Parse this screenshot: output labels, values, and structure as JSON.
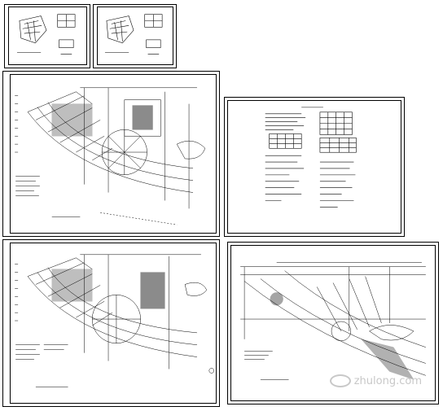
{
  "canvas": {
    "background": "#ffffff",
    "line_color": "#000000"
  },
  "sheets": [
    {
      "id": "thumb-1",
      "kind": "detail-thumbnail"
    },
    {
      "id": "thumb-2",
      "kind": "detail-thumbnail"
    },
    {
      "id": "plan-1",
      "kind": "curved-floor-plan"
    },
    {
      "id": "notes",
      "kind": "design-notes-and-tables"
    },
    {
      "id": "plan-2",
      "kind": "curved-floor-plan"
    },
    {
      "id": "plan-3",
      "kind": "curved-section-plan"
    }
  ],
  "watermark": {
    "text": "zhulong.com",
    "color": "#c8c8c8",
    "icon": "zhulong-logo-icon"
  }
}
